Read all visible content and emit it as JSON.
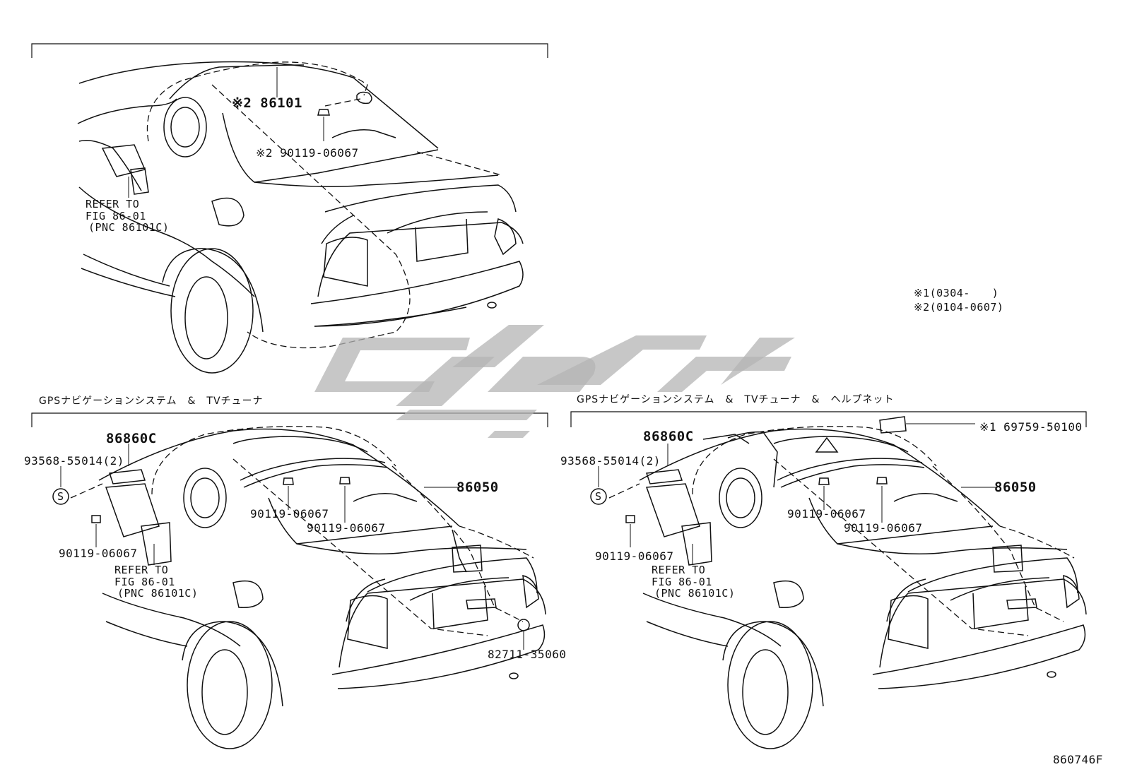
{
  "panels": [
    {
      "id": "top",
      "header": "",
      "callouts": {
        "part_86101": "※2 86101",
        "bolt_90119": "※2 90119-06067",
        "refer": [
          "REFER TO",
          "FIG 86-01",
          "(PNC 86101C)"
        ]
      }
    },
    {
      "id": "bottom-left",
      "header": "GPSナビゲーションシステム　&　TVチューナ",
      "callouts": {
        "part_86860c": "86860C",
        "screw_93568": "93568-55014(2)",
        "s_mark": "S",
        "part_86050": "86050",
        "bolt_a": "90119-06067",
        "bolt_b": "90119-06067",
        "bolt_c": "90119-06067",
        "refer": [
          "REFER TO",
          "FIG 86-01",
          "(PNC 86101C)"
        ],
        "part_82711": "82711-35060"
      }
    },
    {
      "id": "bottom-right",
      "header": "GPSナビゲーションシステム　&　TVチューナ　&　ヘルプネット",
      "callouts": {
        "part_86860c": "86860C",
        "screw_93568": "93568-55014(2)",
        "s_mark": "S",
        "part_69759": "※1 69759-50100",
        "part_86050": "86050",
        "bolt_a": "90119-06067",
        "bolt_b": "90119-06067",
        "bolt_c": "90119-06067",
        "refer": [
          "REFER TO",
          "FIG 86-01",
          "(PNC 86101C)"
        ]
      }
    }
  ],
  "notes": [
    "※1(0304-　　)",
    "※2(0104-0607)"
  ],
  "figure_id": "860746F",
  "watermark_color": "#b4b4b4"
}
